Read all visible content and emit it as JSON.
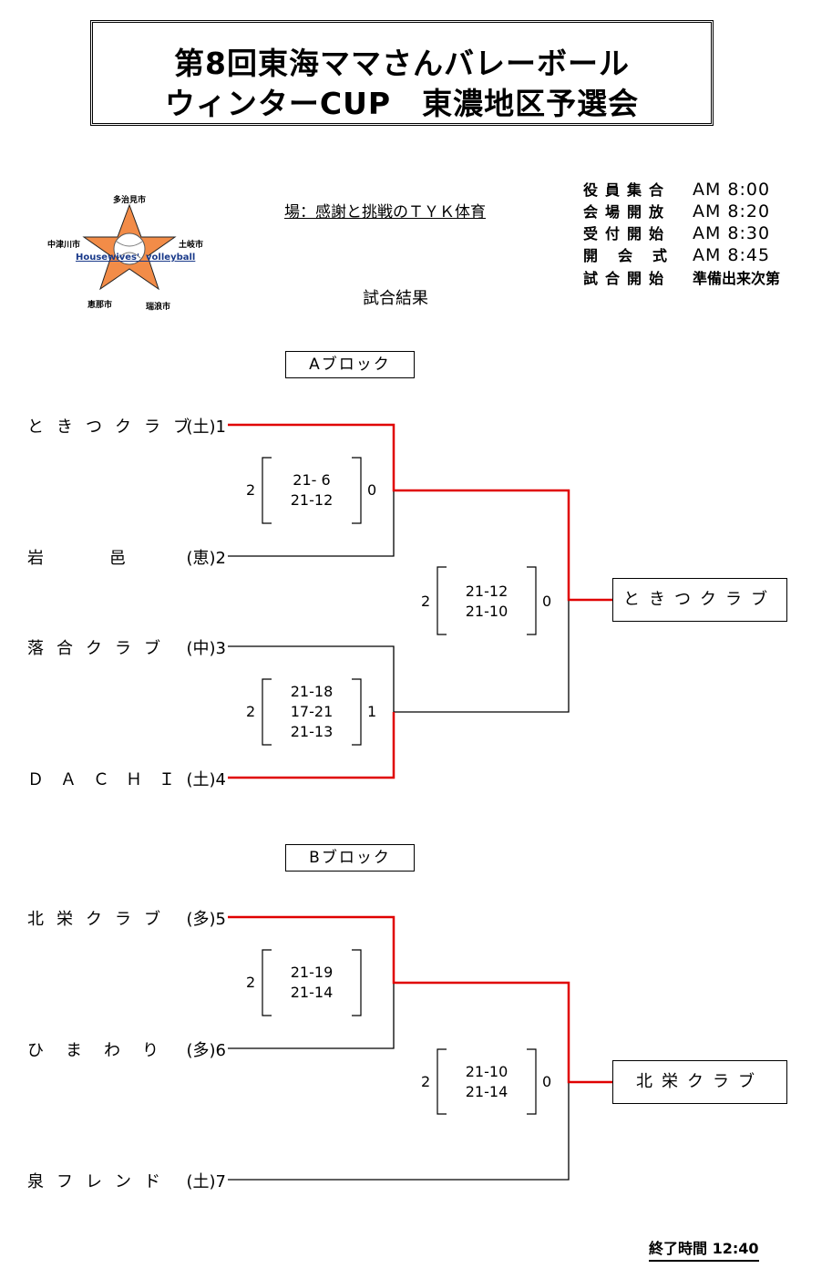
{
  "title": {
    "line1": "第8回東海ママさんバレーボール",
    "line2": "ウィンターCUP　東濃地区予選会"
  },
  "logo": {
    "top": "多治見市",
    "left": "中津川市",
    "right": "土岐市",
    "bottom_left": "恵那市",
    "bottom_right": "瑞浪市",
    "banner": "Housewives'  volleyball",
    "color": "#F28C48"
  },
  "venue": "場：感謝と挑戦のＴＹＫ体育",
  "schedule": [
    {
      "label": "役員集合",
      "time": "AM 8:00"
    },
    {
      "label": "会場開放",
      "time": "AM 8:20"
    },
    {
      "label": "受付開始",
      "time": "AM 8:30"
    },
    {
      "label": "開　会　式",
      "time": "AM 8:45"
    },
    {
      "label": "試合開始",
      "time": "準備出来次第"
    }
  ],
  "results_title": "試合結果",
  "blocks": {
    "a": {
      "label": "Aブロック",
      "winner": "ときつクラブ"
    },
    "b": {
      "label": "Bブロック",
      "winner": "北栄クラブ"
    }
  },
  "teams": [
    {
      "name": "ときつクラブ",
      "side": "(土)1"
    },
    {
      "name": "岩　　　　邑",
      "side": "(恵)2"
    },
    {
      "name": "落合クラブ",
      "side": "(中)3"
    },
    {
      "name": "ＤＡＣＨＩ",
      "side": "(土)4"
    },
    {
      "name": "北栄クラブ",
      "side": "(多)5"
    },
    {
      "name": "ひまわり",
      "side": "(多)6"
    },
    {
      "name": "泉フレンド",
      "side": "(土)7"
    }
  ],
  "matches": [
    {
      "left": "2",
      "right": "0",
      "sets": [
        "21- 6",
        "21-12"
      ]
    },
    {
      "left": "2",
      "right": "1",
      "sets": [
        "21-18",
        "17-21",
        "21-13"
      ]
    },
    {
      "left": "2",
      "right": "0",
      "sets": [
        "21-12",
        "21-10"
      ]
    },
    {
      "left": "2",
      "right": "",
      "sets": [
        "21-19",
        "21-14"
      ]
    },
    {
      "left": "2",
      "right": "0",
      "sets": [
        "21-10",
        "21-14"
      ]
    }
  ],
  "end_time": "終了時間 12:40",
  "colors": {
    "win_line": "#E00000",
    "line": "#000000"
  }
}
